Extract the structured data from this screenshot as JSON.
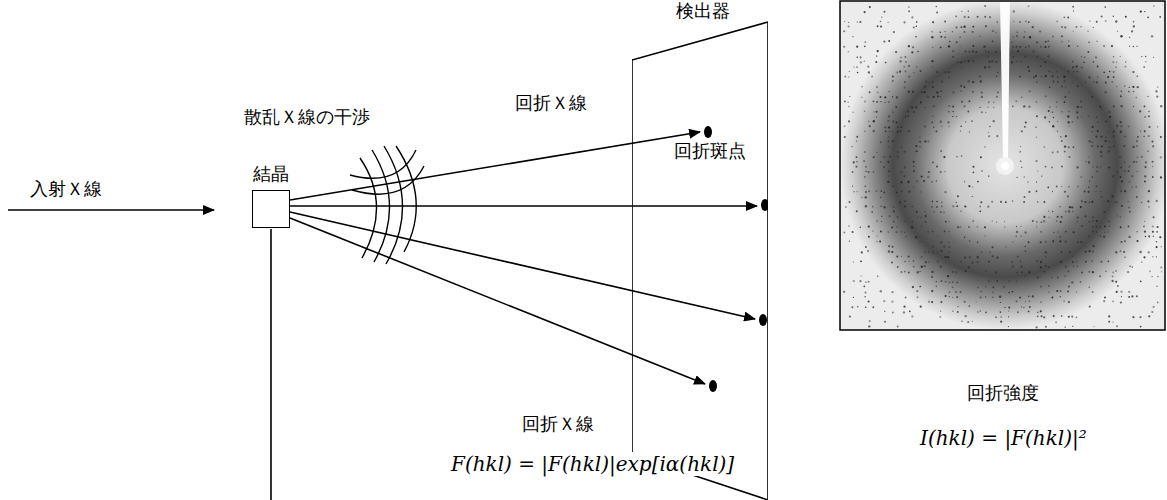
{
  "diagram": {
    "nodes": [
      {
        "text": [
          "結晶"
        ]
      },
      {
        "text": [
          "検出器",
          "回折斑点"
        ]
      }
    ],
    "edges": [
      {
        "from": 0,
        "to": 1,
        "arrow": "to",
        "label": "回折Ｘ線"
      },
      {
        "from": 0,
        "to": 1,
        "arrow": "to"
      },
      {
        "from": 0,
        "to": 1,
        "arrow": "to"
      },
      {
        "from": 0,
        "to": 1,
        "arrow": "to"
      }
    ],
    "labels": [
      "入射Ｘ線",
      "散乱Ｘ線の干渉",
      "回折Ｘ線",
      "F(hkl) = |F(hkl)|exp[iα(hkl)]",
      "回折強度",
      "I(hkl) = |F(hkl)|²"
    ]
  }
}
